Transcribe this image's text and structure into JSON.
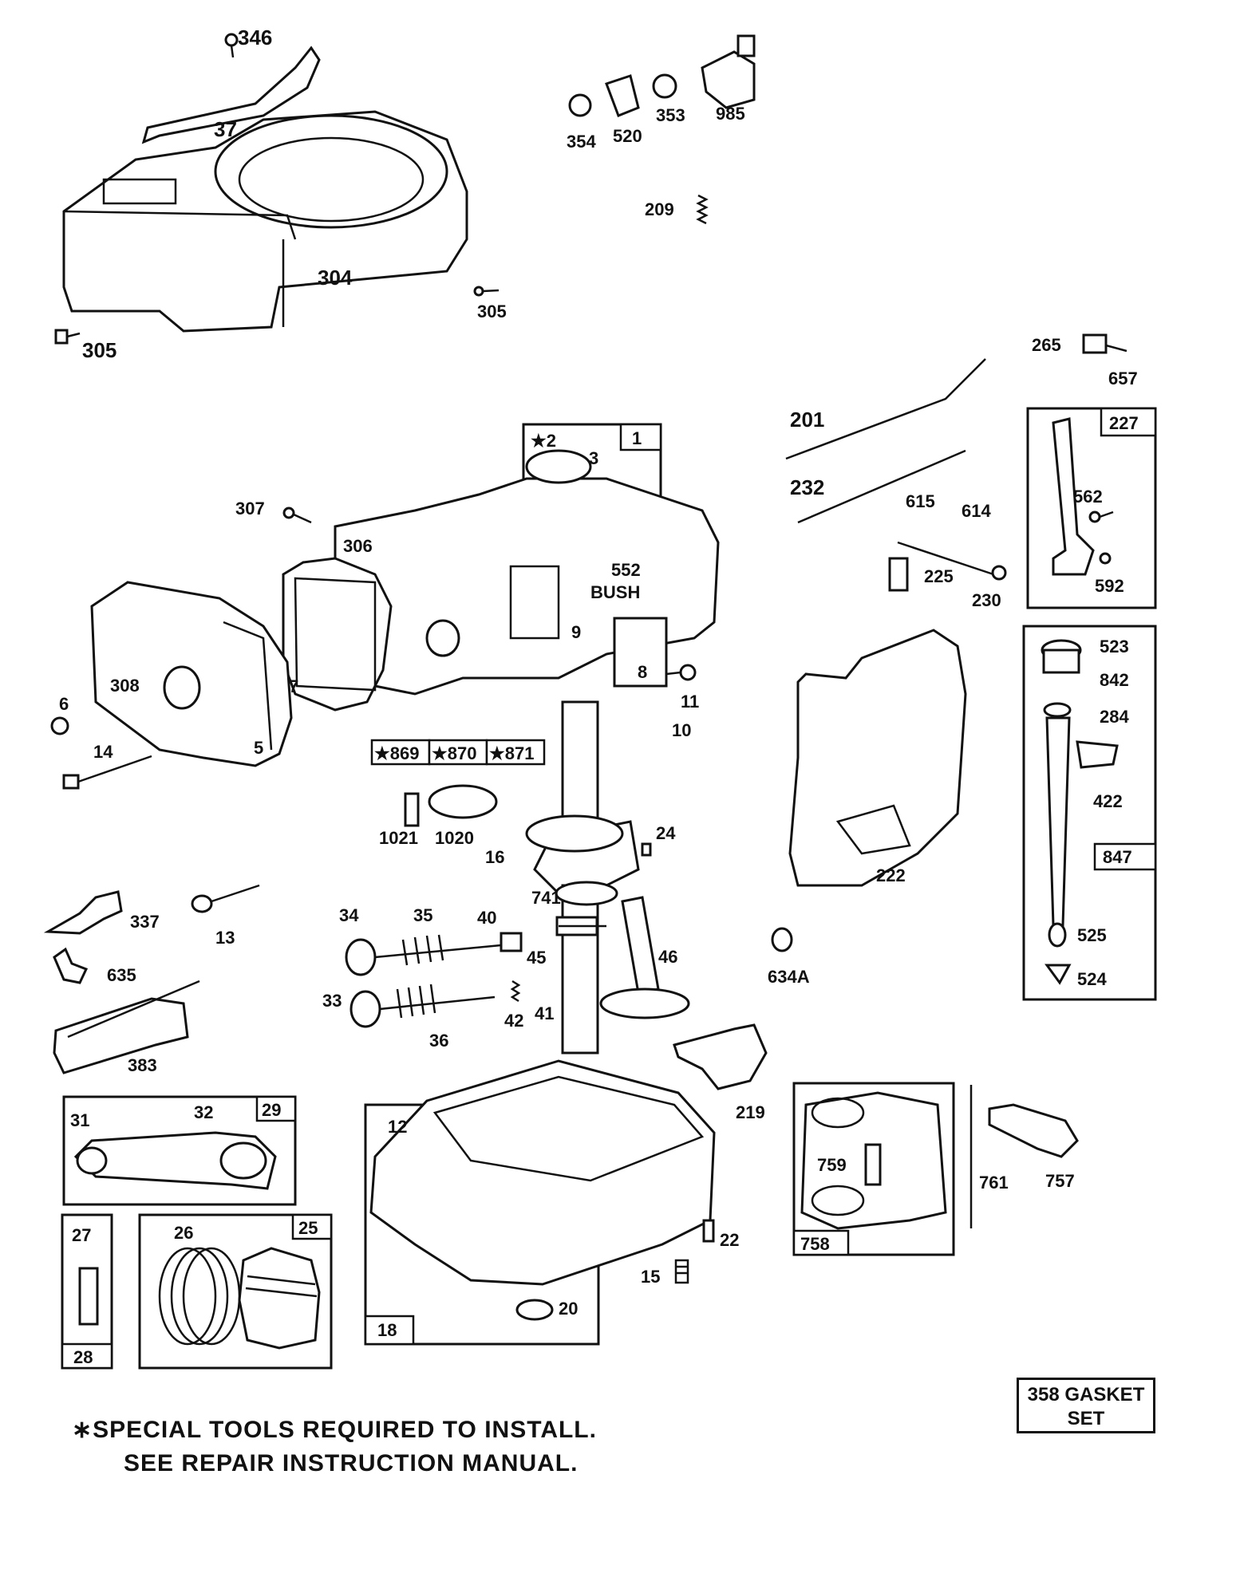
{
  "callouts": {
    "c346": "346",
    "c37": "37",
    "c304": "304",
    "c305a": "305",
    "c305b": "305",
    "c354": "354",
    "c520": "520",
    "c353": "353",
    "c985": "985",
    "c209": "209",
    "c265": "265",
    "c657": "657",
    "c201": "201",
    "c232": "232",
    "c227": "227",
    "c562": "562",
    "c592": "592",
    "c615": "615",
    "c614": "614",
    "c225": "225",
    "c230": "230",
    "c2": "★2",
    "c1": "1",
    "c3": "3",
    "c307": "307",
    "c306": "306",
    "c552": "552",
    "bush": "BUSH",
    "c9": "9",
    "c8": "8",
    "c11": "11",
    "c10": "10",
    "c308": "308",
    "c7": "7",
    "c6": "6",
    "c14": "14",
    "c5": "5",
    "c869": "★869",
    "c870": "★870",
    "c871": "★871",
    "c1021": "1021",
    "c1020": "1020",
    "c16": "16",
    "c24": "24",
    "c741": "741",
    "c523": "523",
    "c842": "842",
    "c284": "284",
    "c422": "422",
    "c847": "847",
    "c525": "525",
    "c524": "524",
    "c222": "222",
    "c634a": "634A",
    "c337": "337",
    "c13": "13",
    "c635": "635",
    "c383": "383",
    "c34": "34",
    "c35": "35",
    "c40": "40",
    "c45": "45",
    "c46": "46",
    "c33": "33",
    "c36": "36",
    "c42": "42",
    "c41": "41",
    "c29": "29",
    "c31": "31",
    "c32": "32",
    "c219": "219",
    "c12": "12",
    "c759": "759",
    "c761": "761",
    "c757": "757",
    "c758": "758",
    "c27": "27",
    "c28": "28",
    "c26": "26",
    "c25": "25",
    "c22": "22",
    "c15": "15",
    "c20": "20",
    "c18": "18"
  },
  "gasket_set": {
    "number": "358",
    "line1": "GASKET",
    "line2": "SET"
  },
  "footnote": {
    "line1": "∗SPECIAL TOOLS REQUIRED TO INSTALL.",
    "line2": "SEE REPAIR INSTRUCTION MANUAL."
  }
}
